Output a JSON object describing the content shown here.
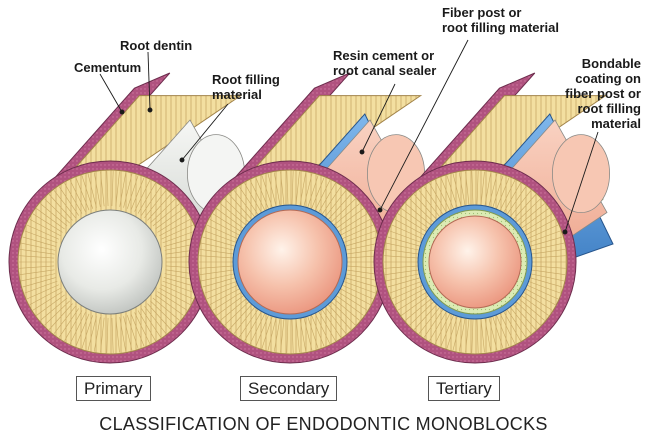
{
  "labels": {
    "root_dentin": "Root dentin",
    "cementum": "Cementum",
    "root_filling_material": [
      "Root filling",
      "material"
    ],
    "resin_cement": [
      "Resin cement or",
      "root canal sealer"
    ],
    "fiber_post": [
      "Fiber post or",
      "root filling material"
    ],
    "bondable_coating": [
      "Bondable",
      "coating on",
      "fiber post or",
      "root filling",
      "material"
    ]
  },
  "panels": [
    {
      "name": "Primary"
    },
    {
      "name": "Secondary"
    },
    {
      "name": "Tertiary"
    }
  ],
  "caption": "CLASSIFICATION OF ENDODONTIC MONOBLOCKS",
  "colors": {
    "cementum": "#b0527f",
    "dentin": "#f3dfa0",
    "primary_core": "#e6e8e4",
    "core_pink": "#f3b29c",
    "cement_blue": "#5d9bd8",
    "coating_green": "#dcebb4"
  }
}
